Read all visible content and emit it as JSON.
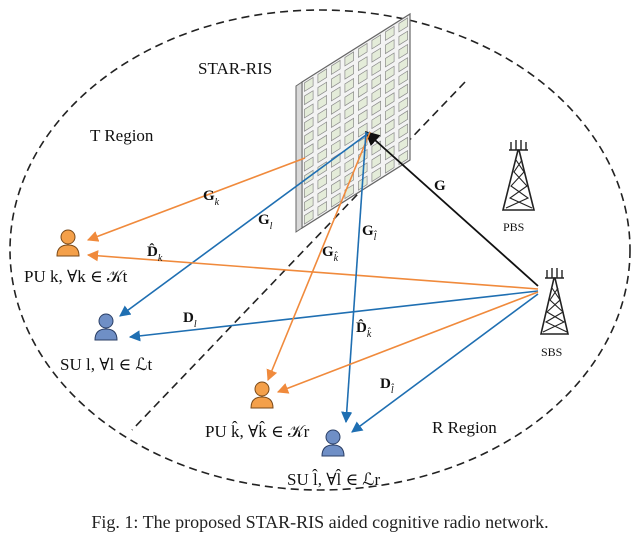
{
  "regions": {
    "star_ris": "STAR-RIS",
    "t_region": "T Region",
    "r_region": "R Region"
  },
  "stations": {
    "pbs": "PBS",
    "sbs": "SBS"
  },
  "users": {
    "pu_t": "PU k, ∀k ∈ 𝒦t",
    "su_t": "SU l, ∀l ∈ ℒt",
    "pu_r": "PU k̂, ∀k̂ ∈ 𝒦r",
    "su_r": "SU l̂, ∀l̂ ∈ ℒr"
  },
  "channels": {
    "G": {
      "base": "G",
      "sub": ""
    },
    "Gk": {
      "base": "G",
      "sub": "k"
    },
    "Gl": {
      "base": "G",
      "sub": "l"
    },
    "Gkhat": {
      "base": "G",
      "sub": "k̂"
    },
    "Glhat": {
      "base": "G",
      "sub": "l̂"
    },
    "Dk": {
      "base": "D̂",
      "sub": "k"
    },
    "Dl": {
      "base": "D",
      "sub": "l"
    },
    "Dkhat": {
      "base": "D̂",
      "sub": "k̂"
    },
    "Dlhat": {
      "base": "D",
      "sub": "l̂"
    }
  },
  "caption": "Fig. 1: The proposed STAR-RIS aided cognitive radio network.",
  "colors": {
    "orange": "#f08a3c",
    "blue": "#1f6fb2",
    "black": "#111111",
    "pu": "#f4a04a",
    "su": "#6f8fc6"
  },
  "icons": [
    "ris-panel",
    "tower-icon",
    "user-icon"
  ]
}
